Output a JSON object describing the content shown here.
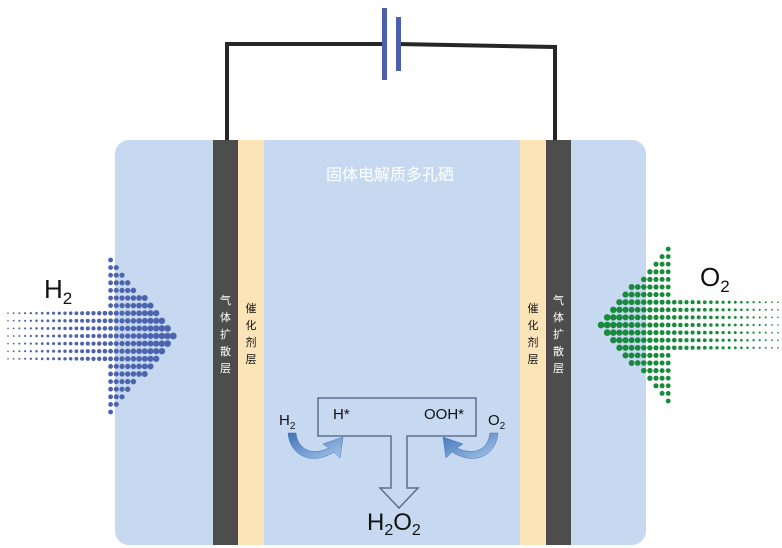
{
  "title": "固体电解质多孔硒",
  "left_gas": {
    "name": "H",
    "sub": "2"
  },
  "right_gas": {
    "name": "O",
    "sub": "2"
  },
  "layers": {
    "gas_diffusion": [
      "气",
      "体",
      "扩",
      "散",
      "层"
    ],
    "catalyst": [
      "催",
      "化",
      "剂",
      "层"
    ]
  },
  "reaction": {
    "h2": {
      "name": "H",
      "sub": "2"
    },
    "h_star": "H*",
    "ooh_star": "OOH*",
    "o2": {
      "name": "O",
      "sub": "2"
    },
    "product": {
      "a": "H",
      "b": "2",
      "c": "O",
      "d": "2"
    }
  },
  "colors": {
    "cell": "#c6d9f1",
    "electrode": "#4d4d4d",
    "catalyst": "#fde3b8",
    "wire": "#262626",
    "battery": "#4a5fad",
    "h2_dots": "#4c63ad",
    "o2_dots": "#178a3c",
    "curved_arrow": "#3f73b8"
  }
}
